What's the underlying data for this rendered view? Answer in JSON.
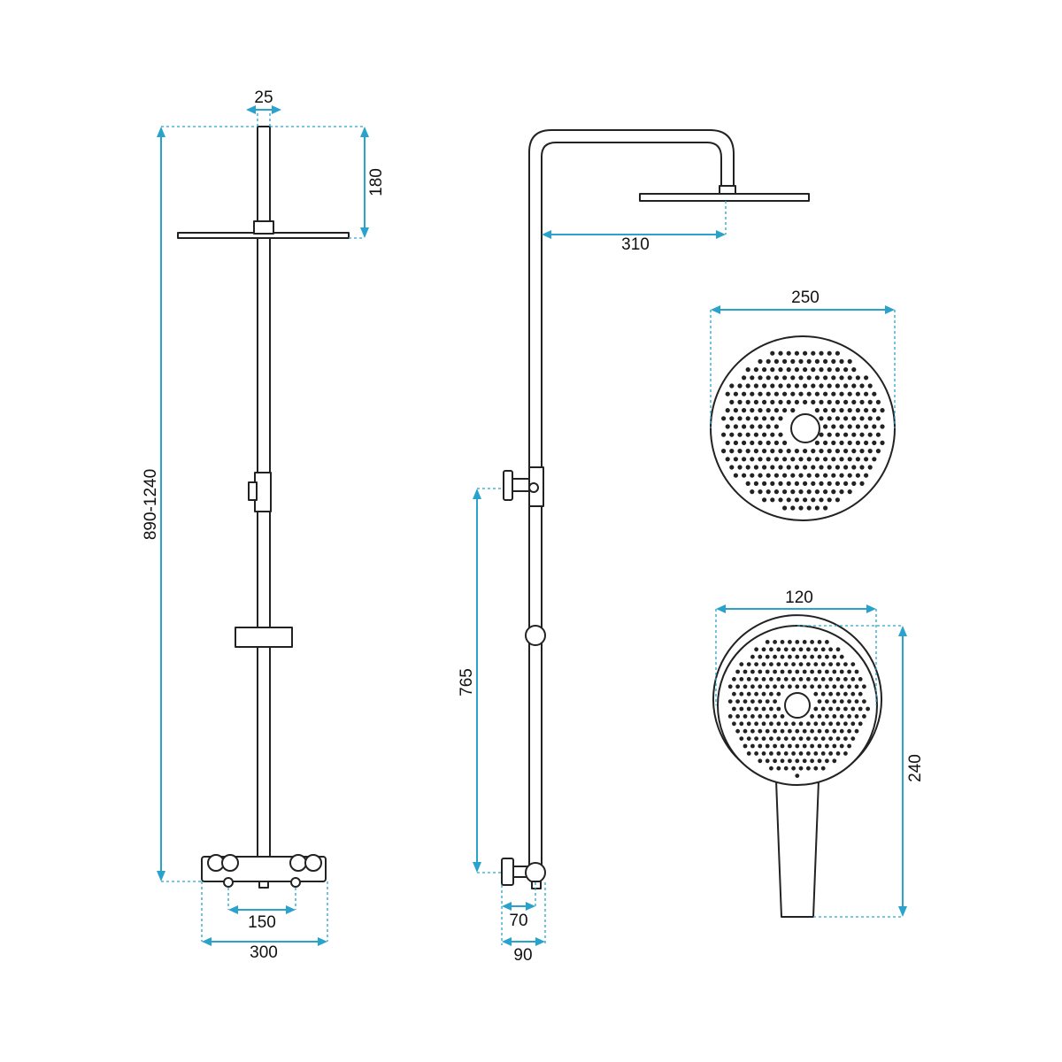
{
  "dimensions": {
    "pipe_diameter": "25",
    "head_offset_height": "180",
    "total_height": "890-1240",
    "mixer_inlet_spacing": "150",
    "mixer_width": "300",
    "arm_reach": "310",
    "overhead_diameter": "250",
    "handset_width": "120",
    "handset_length": "240",
    "mixer_height": "765",
    "wall_offset_70": "70",
    "wall_offset_90": "90"
  },
  "colors": {
    "dimension_line": "#2aa3cc",
    "part_outline": "#222222",
    "background": "#ffffff"
  }
}
